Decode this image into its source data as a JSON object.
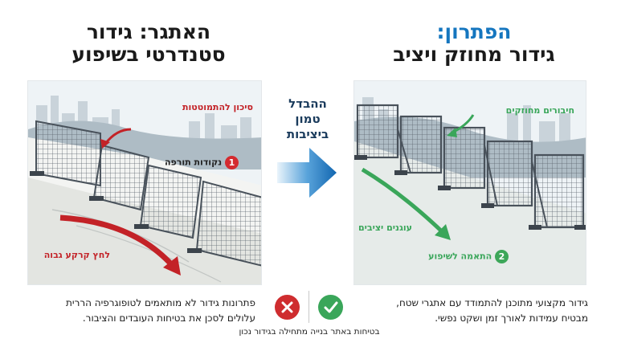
{
  "problem": {
    "title_line1": "האתגר: גידור",
    "title_line2": "סטנדרטי בשיפוע",
    "callout_instability": "סיכון להתמוטטות",
    "callout_weak_points": "נקודות תורפה",
    "callout_weak_points_num": "1",
    "callout_pressure": "לחץ קרקע גבוה",
    "description_line1": "פתרונות גידור לא מותאמים לטופוגרפיה הררית",
    "description_line2": "עלולים לסכן את בטיחות העובדים והציבור."
  },
  "middle": {
    "line1": "ההבדל",
    "line2": "טמון",
    "line3": "ביציבות"
  },
  "solution": {
    "title_line1": "הפתרון:",
    "title_line2": "גידור מחוזק ויציב",
    "callout_connections": "חיבורים מחוזקים",
    "callout_anchors": "עוגנים יציבים",
    "callout_adaptation": "התאמה לשיפוע",
    "callout_adaptation_num": "2",
    "description_line1": "גידור מקצועי מתוכנן להתמודד עם אתגרי שטח,",
    "description_line2": "מבטיח עמידות לאורך זמן ושקט נפשי."
  },
  "footer": {
    "note": "בטיחות באתר בנייה מתחילה בגידור נכון"
  },
  "icons": {
    "bad": "x-circle-icon",
    "good": "check-circle-icon",
    "arrow": "right-arrow-icon"
  },
  "colors": {
    "danger": "#cf2d2f",
    "success": "#3aa65a",
    "accent_blue": "#1576bf"
  }
}
